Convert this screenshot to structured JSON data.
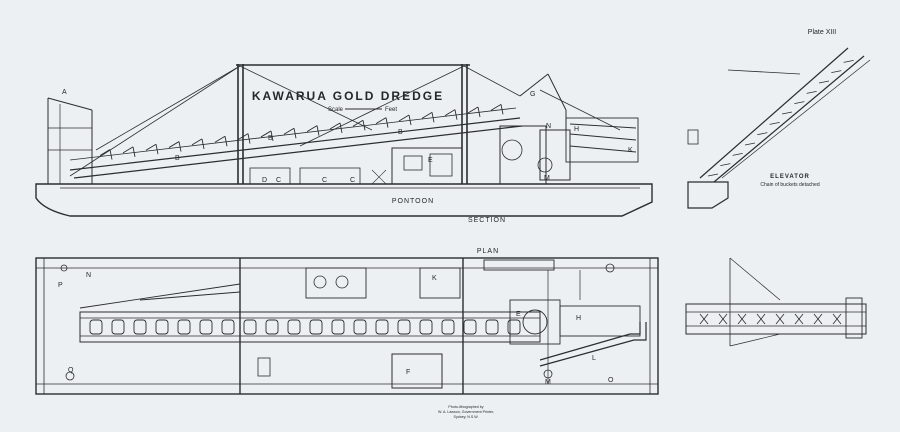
{
  "sheet": {
    "plate": "Plate XIII",
    "title": "KAWARUA   GOLD   DREDGE",
    "scale_label": "Scale",
    "scale_unit": "Feet",
    "section_caption": "SECTION",
    "plan_caption": "PLAN",
    "pontoon_label": "PONTOON",
    "elevator_title": "ELEVATOR",
    "elevator_note": "Chain of buckets detached",
    "printer_line1": "Photo-lithographed by",
    "printer_line2": "W. A. Lawson, Government Printer,",
    "printer_line3": "Sydney, N.S.W."
  },
  "section_letters": {
    "a": "A",
    "b1": "B",
    "b2": "B",
    "b3": "B",
    "c1": "C",
    "c2": "C",
    "c3": "C",
    "d": "D",
    "e": "E",
    "g": "G",
    "h": "H",
    "k": "K",
    "m": "M",
    "n": "N"
  },
  "plan_letters": {
    "n": "N",
    "p": "P",
    "q": "Q",
    "k": "K",
    "m": "M",
    "f": "F",
    "l": "L",
    "o": "O",
    "h": "H",
    "e": "E"
  },
  "colors": {
    "paper": "#edf0f2",
    "ink": "#2a2d31"
  }
}
